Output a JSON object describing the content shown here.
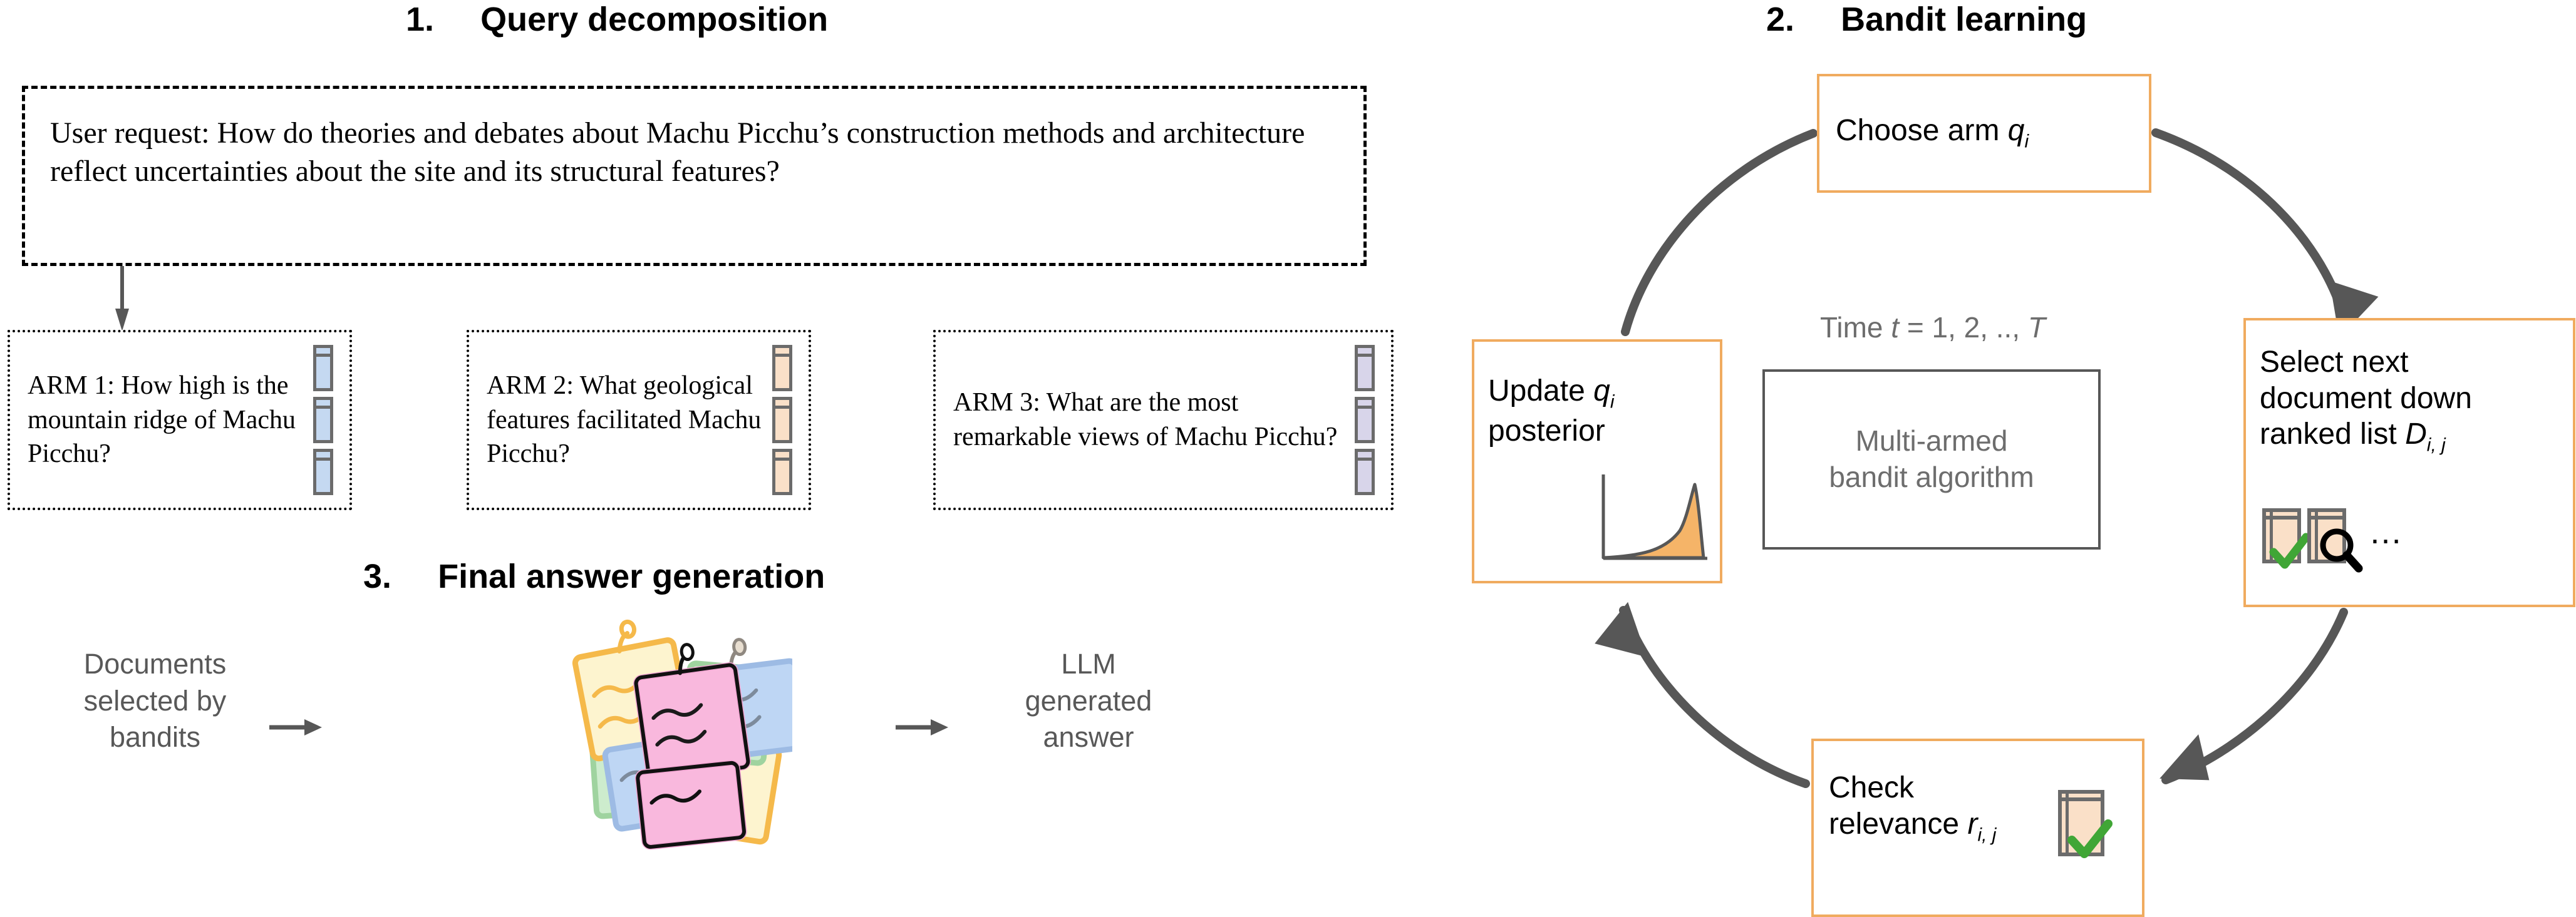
{
  "sections": {
    "one": {
      "number": "1.",
      "title": "Query decomposition",
      "user_request": "User request: How do theories and debates about Machu Picchu’s construction methods and architecture reflect uncertainties about the site and its structural features?",
      "arms": [
        {
          "label": "ARM 1: How high is the mountain ridge of Machu Picchu?",
          "doc_color": "#c5d9f1",
          "doc_count": 3
        },
        {
          "label": "ARM 2: What geological features facilitated Machu Picchu?",
          "doc_color": "#fae0c8",
          "doc_count": 3
        },
        {
          "label": "ARM 3: What are the most remarkable views of Machu Picchu?",
          "doc_color": "#d8d5ea",
          "doc_count": 3
        }
      ]
    },
    "two": {
      "number": "2.",
      "title": "Bandit learning",
      "time_label": "Time t = 1, 2, .., T",
      "time_prefix": "Time ",
      "time_var": "t",
      "time_rest": " = 1, 2, .., ",
      "time_T": "T",
      "algorithm_line1": "Multi-armed",
      "algorithm_line2": "bandit algorithm",
      "boxes": {
        "choose": {
          "text": "Choose arm ",
          "symbol": "q",
          "subscript": "i"
        },
        "select": {
          "line1": "Select next",
          "line2": "document down",
          "line3": "ranked list ",
          "symbol": "D",
          "subscript": "i, j",
          "ellipsis": "…"
        },
        "check": {
          "line1": "Check",
          "line2": "relevance ",
          "symbol": "r",
          "subscript": "i, j"
        },
        "update": {
          "line1": "Update ",
          "symbol": "q",
          "subscript": "i",
          "line2": "posterior"
        }
      }
    },
    "three": {
      "number": "3.",
      "title": "Final answer generation",
      "left_label": "Documents selected by bandits",
      "right_label": "LLM generated answer"
    }
  },
  "colors": {
    "accent_orange": "#f0ab5f",
    "doc_fill_peach": "#fae0c8",
    "doc_fill_blue": "#c5d9f1",
    "doc_fill_purple": "#d8d5ea",
    "doc_outline": "#6b6b6b",
    "check_green": "#40a636",
    "arrow_gray": "#575757",
    "muted_text": "#6d6d6d",
    "posterior_fill": "#f5b468"
  },
  "icons": {
    "document": "document-icon",
    "check": "check-icon",
    "magnifier": "magnifier-icon",
    "arrow": "arrow-icon",
    "posterior_curve": "beta-distribution-curve"
  }
}
